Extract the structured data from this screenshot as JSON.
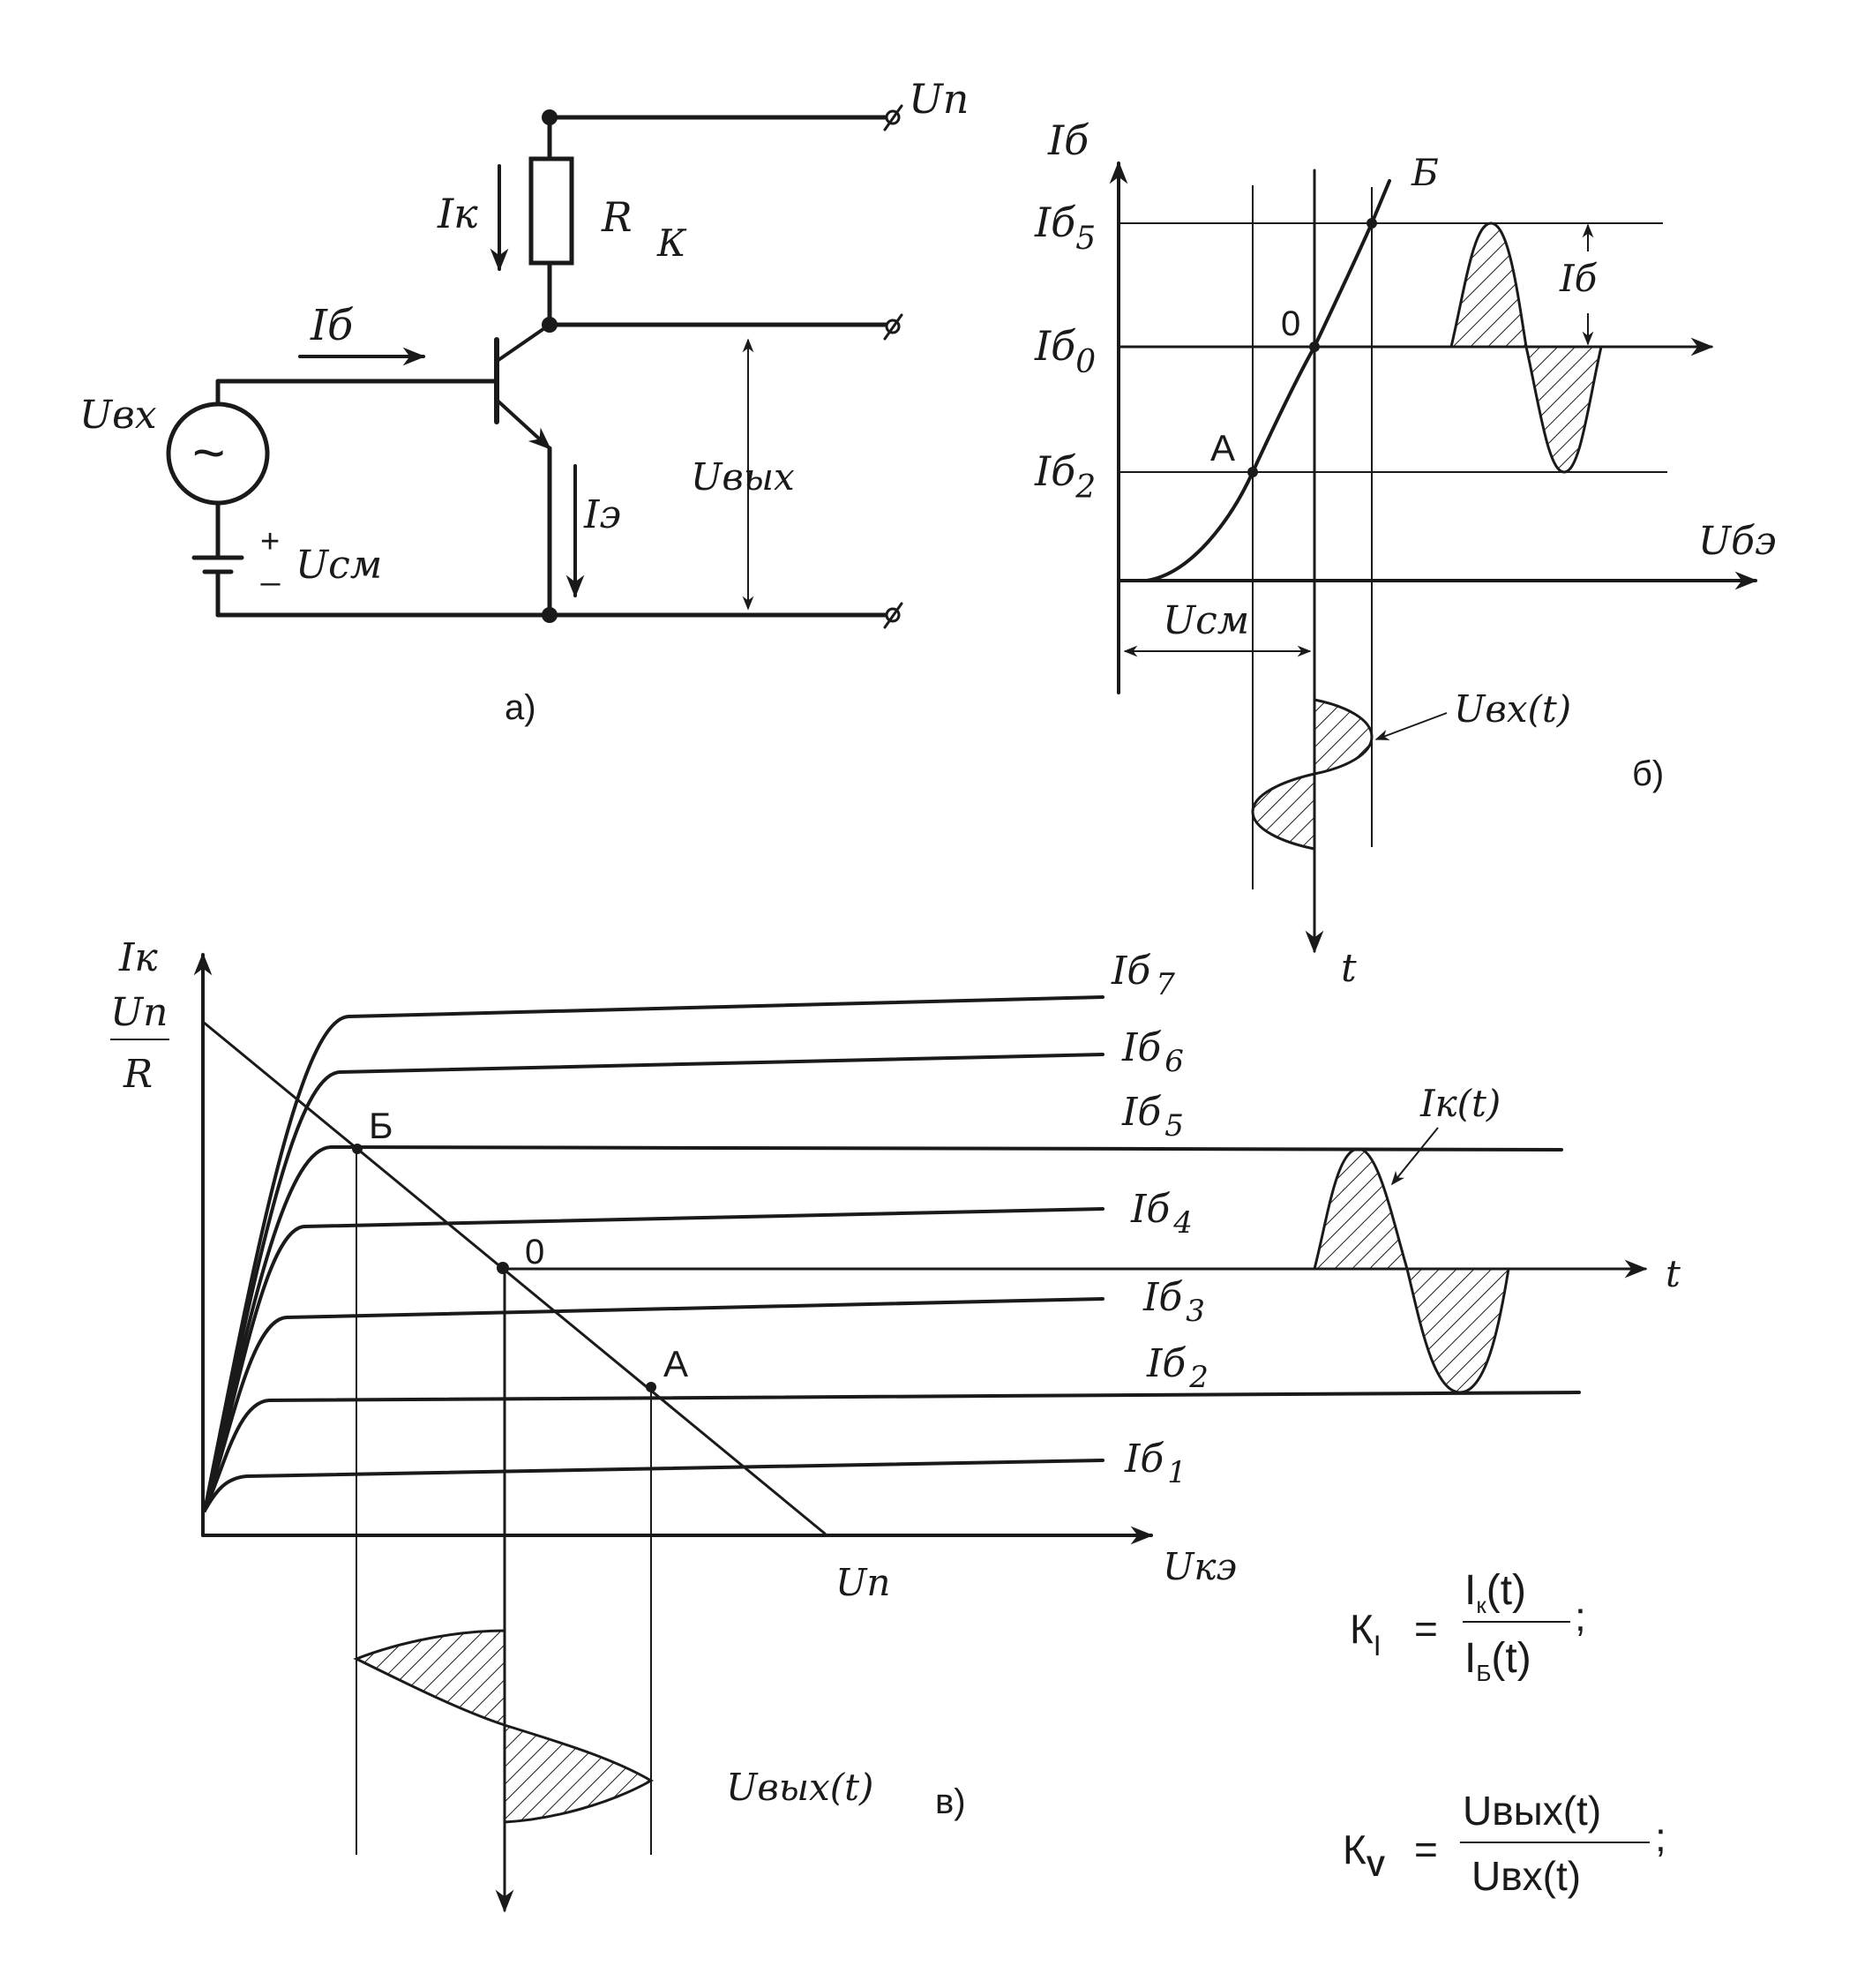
{
  "circuit": {
    "caption": "а)",
    "labels": {
      "un": "Uп",
      "ik": "Iк",
      "r": "R",
      "k": "К",
      "ib": "Iб",
      "uvx": "Uвх",
      "tilde": "~",
      "plus": "+",
      "minus": "_",
      "ucm": "Uсм",
      "ie": "Iэ",
      "uvyx": "Uвых"
    }
  },
  "input_chart": {
    "caption": "б)",
    "y_axis_label": "Iб",
    "x_axis_label": "Uбэ",
    "t_axis_label": "t",
    "levels": [
      "Iб5",
      "Iб0",
      "Iб2"
    ],
    "level_parts": [
      {
        "main": "Iб",
        "sub": "5"
      },
      {
        "main": "Iб",
        "sub": "0"
      },
      {
        "main": "Iб",
        "sub": "2"
      }
    ],
    "points": {
      "b": "Б",
      "o": "0",
      "a": "А"
    },
    "delta_label": "Iб",
    "ucm_label": "Uсм",
    "uvx_t_label": "Uвх(t)"
  },
  "output_chart": {
    "caption": "в)",
    "y_axis_label": "Iк",
    "y_intercept_num": "Uп",
    "y_intercept_den": "R",
    "x_axis_label": "Uкэ",
    "x_intercept_label": "Uп",
    "t_label": "t",
    "curves": [
      {
        "main": "Iб",
        "sub": "7"
      },
      {
        "main": "Iб",
        "sub": "6"
      },
      {
        "main": "Iб",
        "sub": "5"
      },
      {
        "main": "Iб",
        "sub": "4"
      },
      {
        "main": "Iб",
        "sub": "3"
      },
      {
        "main": "Iб",
        "sub": "2"
      },
      {
        "main": "Iб",
        "sub": "1"
      }
    ],
    "points": {
      "b": "Б",
      "o": "0",
      "a": "А"
    },
    "ik_t_label": "Iк(t)",
    "uvyx_t_label": "Uвых(t)"
  },
  "formulas": {
    "ki": {
      "lhs": "К",
      "lhs_sub": "I",
      "eq": "=",
      "num_i": "I",
      "num_sub": "к",
      "num_t": "(t)",
      "den_i": "I",
      "den_sub": "Б",
      "den_t": "(t)",
      "end": ";"
    },
    "kv": {
      "lhs": "К",
      "lhs_sub": "V",
      "eq": "=",
      "num": "Uвых(t)",
      "den": "Uвх(t)",
      "end": ";"
    }
  }
}
